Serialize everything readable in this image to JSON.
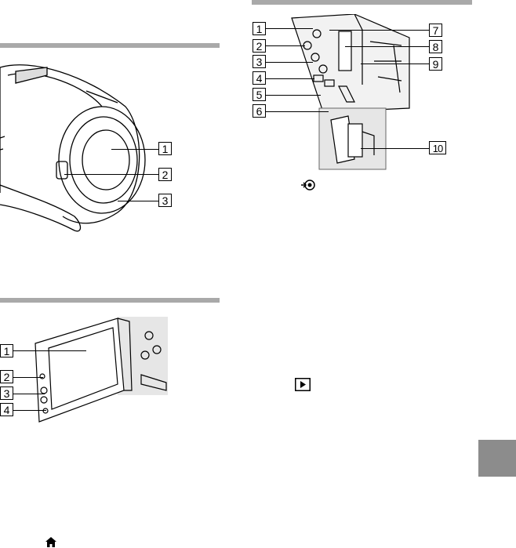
{
  "colors": {
    "rule": "#a9a9a9",
    "tab": "#8c8c8c",
    "line_art": "#000000"
  },
  "figures": {
    "rear_connectors": {
      "callouts": [
        "1",
        "2",
        "3",
        "4",
        "5",
        "6",
        "7",
        "8",
        "9",
        "10"
      ]
    },
    "lens": {
      "callouts": [
        "1",
        "2",
        "3"
      ]
    },
    "lcd": {
      "callouts": [
        "1",
        "2",
        "3",
        "4"
      ]
    }
  },
  "icons": {
    "usb": "usb-symbol-icon",
    "play": "play-icon",
    "home": "home-icon"
  }
}
